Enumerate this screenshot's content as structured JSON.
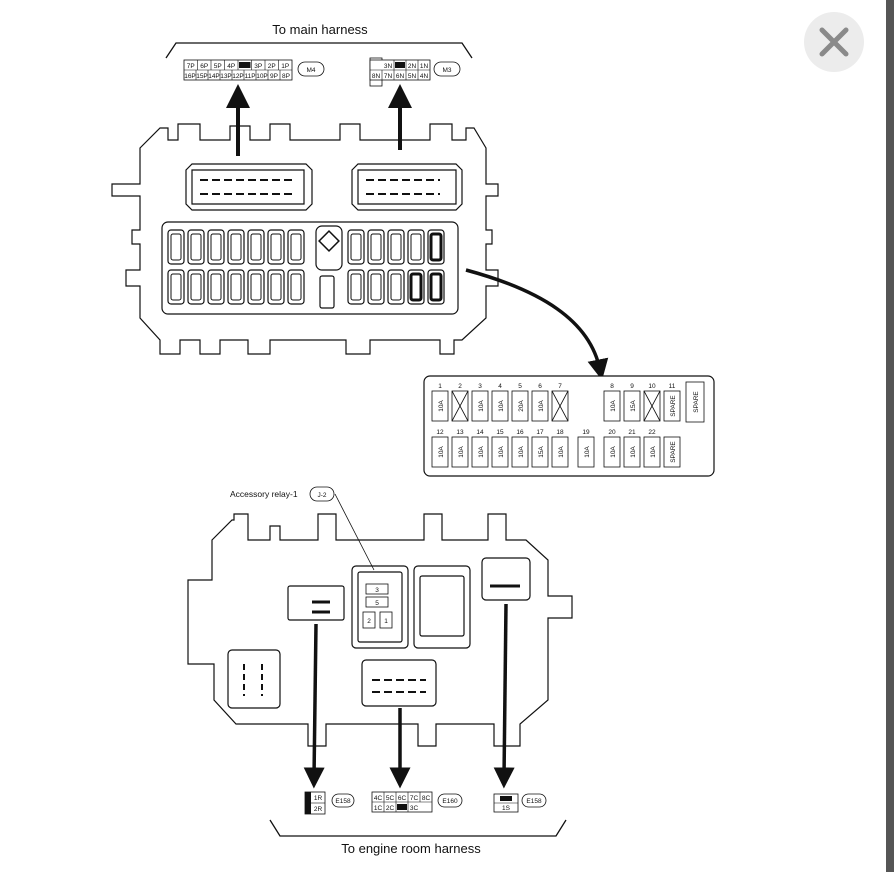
{
  "labels": {
    "top": "To main harness",
    "bottom": "To engine room harness",
    "relay": "Accessory relay-1",
    "relay_tag": "J-2"
  },
  "connectors": {
    "m4": {
      "tag": "M4",
      "row1": [
        "7P",
        "6P",
        "5P",
        "4P",
        "",
        "3P",
        "2P",
        "1P"
      ],
      "row2": [
        "16P",
        "15P",
        "14P",
        "13P",
        "12P",
        "11P",
        "10P",
        "9P",
        "8P"
      ]
    },
    "m3": {
      "tag": "M3",
      "row1": [
        "3N",
        "",
        "2N",
        "1N"
      ],
      "row2": [
        "8N",
        "7N",
        "6N",
        "5N",
        "4N"
      ]
    },
    "e158": {
      "tag": "E158",
      "pins": [
        "1R",
        "2R"
      ]
    },
    "e160": {
      "tag": "E160",
      "row1": [
        "4C",
        "5C",
        "6C",
        "7C",
        "8C"
      ],
      "row2": [
        "1C",
        "2C",
        "",
        "3C"
      ]
    },
    "e159": {
      "tag": "E158",
      "pins": [
        "1S"
      ]
    }
  },
  "relay_pins": [
    "3",
    "5",
    "2",
    "1"
  ],
  "fuse_table": {
    "top_nums": [
      "1",
      "2",
      "3",
      "4",
      "5",
      "6",
      "7",
      "",
      "8",
      "9",
      "10",
      "11"
    ],
    "top_vals": [
      "10A",
      "",
      "10A",
      "10A",
      "20A",
      "10A",
      "",
      "",
      "10A",
      "15A",
      "",
      "SPARE"
    ],
    "bottom_nums": [
      "12",
      "13",
      "14",
      "15",
      "16",
      "17",
      "18",
      "19",
      "20",
      "21",
      "22",
      ""
    ],
    "bottom_vals": [
      "10A",
      "10A",
      "10A",
      "10A",
      "10A",
      "15A",
      "10A",
      "10A",
      "10A",
      "10A",
      "10A",
      "SPARE"
    ],
    "extra_spare": "SPARE"
  },
  "icons": {
    "close": "close-icon"
  },
  "colors": {
    "line": "#111111",
    "bg": "#ffffff",
    "close_bg": "#ececec",
    "close_fg": "#8a8a8a"
  }
}
